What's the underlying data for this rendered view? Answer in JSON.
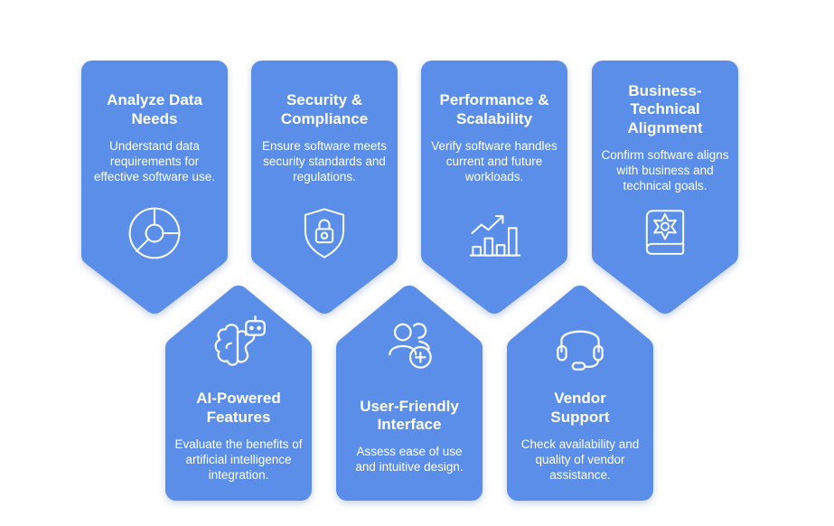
{
  "page": {
    "background": "#ffffff"
  },
  "theme": {
    "card_color": "#5a8ee9",
    "text_color": "#ffffff"
  },
  "cards": [
    {
      "title": "Analyze Data Needs",
      "description": "Understand data requirements for effective software use.",
      "icon": "pie-chart-icon",
      "row": "top"
    },
    {
      "title": "Security & Compliance",
      "description": "Ensure software meets security standards and regulations.",
      "icon": "shield-lock-icon",
      "row": "top"
    },
    {
      "title": "Performance & Scalability",
      "description": "Verify software handles current and future workloads.",
      "icon": "growth-chart-icon",
      "row": "top"
    },
    {
      "title": "Business-Technical Alignment",
      "description": "Confirm software aligns with business and technical goals.",
      "icon": "book-gear-icon",
      "row": "top"
    },
    {
      "title": "AI-Powered Features",
      "description": "Evaluate the benefits of artificial intelligence integration.",
      "icon": "brain-ai-icon",
      "row": "bottom"
    },
    {
      "title": "User-Friendly Interface",
      "description": "Assess ease of use and intuitive design.",
      "icon": "users-add-icon",
      "row": "bottom"
    },
    {
      "title": "Vendor Support",
      "description": "Check availability and quality of vendor assistance.",
      "icon": "headset-icon",
      "row": "bottom"
    }
  ]
}
